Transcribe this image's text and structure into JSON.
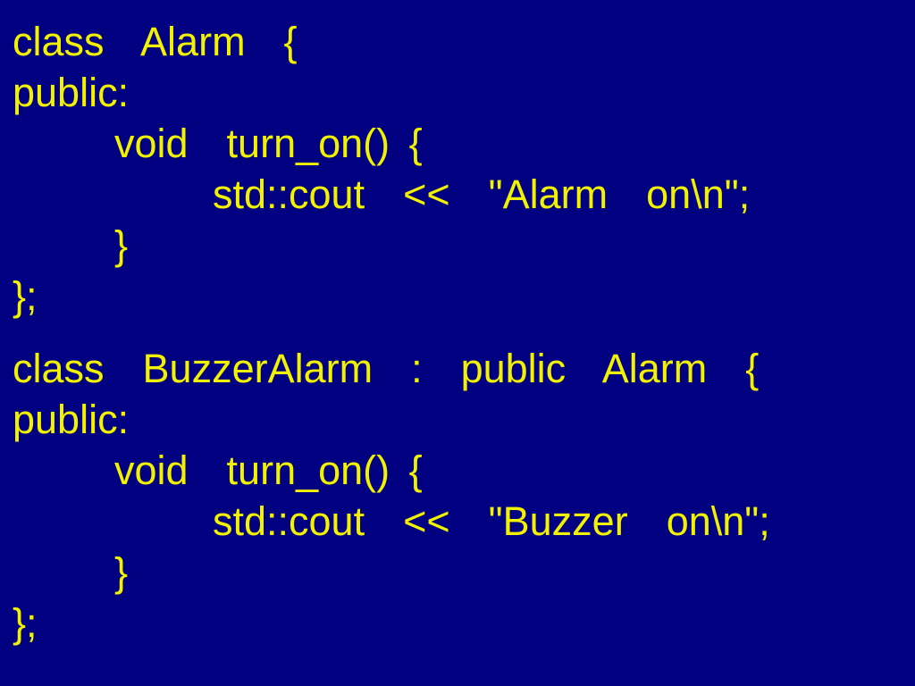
{
  "slide": {
    "background_color": "#000080",
    "text_color": "#F2F200",
    "blocks": [
      {
        "name": "alarm-class",
        "lines": [
          {
            "indent": 0,
            "text": "class  Alarm  {"
          },
          {
            "indent": 0,
            "text": "public:"
          },
          {
            "indent": 1,
            "text": "void  turn_on() {"
          },
          {
            "indent": 2,
            "text": "std::cout  <<  \"Alarm  on\\n\";"
          },
          {
            "indent": 1,
            "text": "}"
          },
          {
            "indent": 0,
            "text": "};"
          }
        ]
      },
      {
        "name": "buzzeralarm-class",
        "lines": [
          {
            "indent": 0,
            "text": "class  BuzzerAlarm  :  public  Alarm  {"
          },
          {
            "indent": 0,
            "text": "public:"
          },
          {
            "indent": 1,
            "text": "void  turn_on() {"
          },
          {
            "indent": 2,
            "text": "std::cout  <<  \"Buzzer  on\\n\";"
          },
          {
            "indent": 1,
            "text": "}"
          },
          {
            "indent": 0,
            "text": "};"
          }
        ]
      }
    ]
  }
}
